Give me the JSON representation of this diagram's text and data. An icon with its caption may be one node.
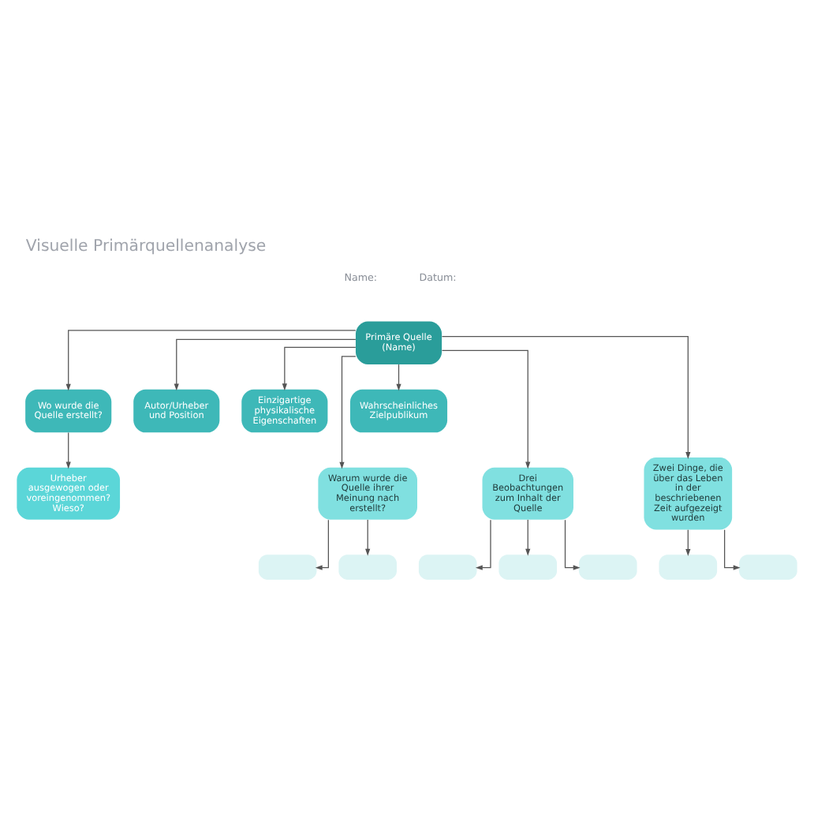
{
  "diagram": {
    "title": "Visuelle Primärquellenanalyse",
    "nodes": [
      {
        "text": [
          "Primäre Quelle (Name)"
        ]
      },
      {
        "text": [
          "Wo wurde die Quelle erstellt?"
        ]
      },
      {
        "text": [
          "Autor/Urheber und Position"
        ]
      },
      {
        "text": [
          "Einzigartige physikalische Eigenschaften"
        ]
      },
      {
        "text": [
          "Wahrscheinliches Zielpublikum"
        ]
      },
      {
        "text": [
          "Urheber ausgewogen oder voreingenommen? Wieso?"
        ]
      },
      {
        "text": [
          "Warum wurde die Quelle ihrer Meinung nach erstellt?"
        ]
      },
      {
        "text": [
          "Drei Beobachtungen zum Inhalt der Quelle"
        ]
      },
      {
        "text": [
          "Zwei Dinge, die über das Leben in der beschriebenen Zeit aufgezeigt wurden"
        ]
      },
      {
        "text": [],
        "shape": "box"
      },
      {
        "text": [],
        "shape": "box"
      },
      {
        "text": [],
        "shape": "box"
      },
      {
        "text": [],
        "shape": "box"
      },
      {
        "text": [],
        "shape": "box"
      },
      {
        "text": [],
        "shape": "box"
      },
      {
        "text": [],
        "shape": "box"
      }
    ],
    "edges": [
      {
        "from": 0,
        "to": 1,
        "arrow": "to"
      },
      {
        "from": 0,
        "to": 2,
        "arrow": "to"
      },
      {
        "from": 0,
        "to": 3,
        "arrow": "to"
      },
      {
        "from": 0,
        "to": 4,
        "arrow": "to"
      },
      {
        "from": 1,
        "to": 5,
        "arrow": "to"
      },
      {
        "from": 0,
        "to": 6,
        "arrow": "to"
      },
      {
        "from": 0,
        "to": 7,
        "arrow": "to"
      },
      {
        "from": 0,
        "to": 8,
        "arrow": "to"
      },
      {
        "from": 6,
        "to": 9,
        "arrow": "to"
      },
      {
        "from": 6,
        "to": 10,
        "arrow": "to"
      },
      {
        "from": 7,
        "to": 11,
        "arrow": "to"
      },
      {
        "from": 7,
        "to": 12,
        "arrow": "to"
      },
      {
        "from": 7,
        "to": 13,
        "arrow": "to"
      },
      {
        "from": 8,
        "to": 14,
        "arrow": "to"
      },
      {
        "from": 8,
        "to": 15,
        "arrow": "to"
      }
    ],
    "labels": [
      "Name:",
      "Datum:"
    ]
  }
}
